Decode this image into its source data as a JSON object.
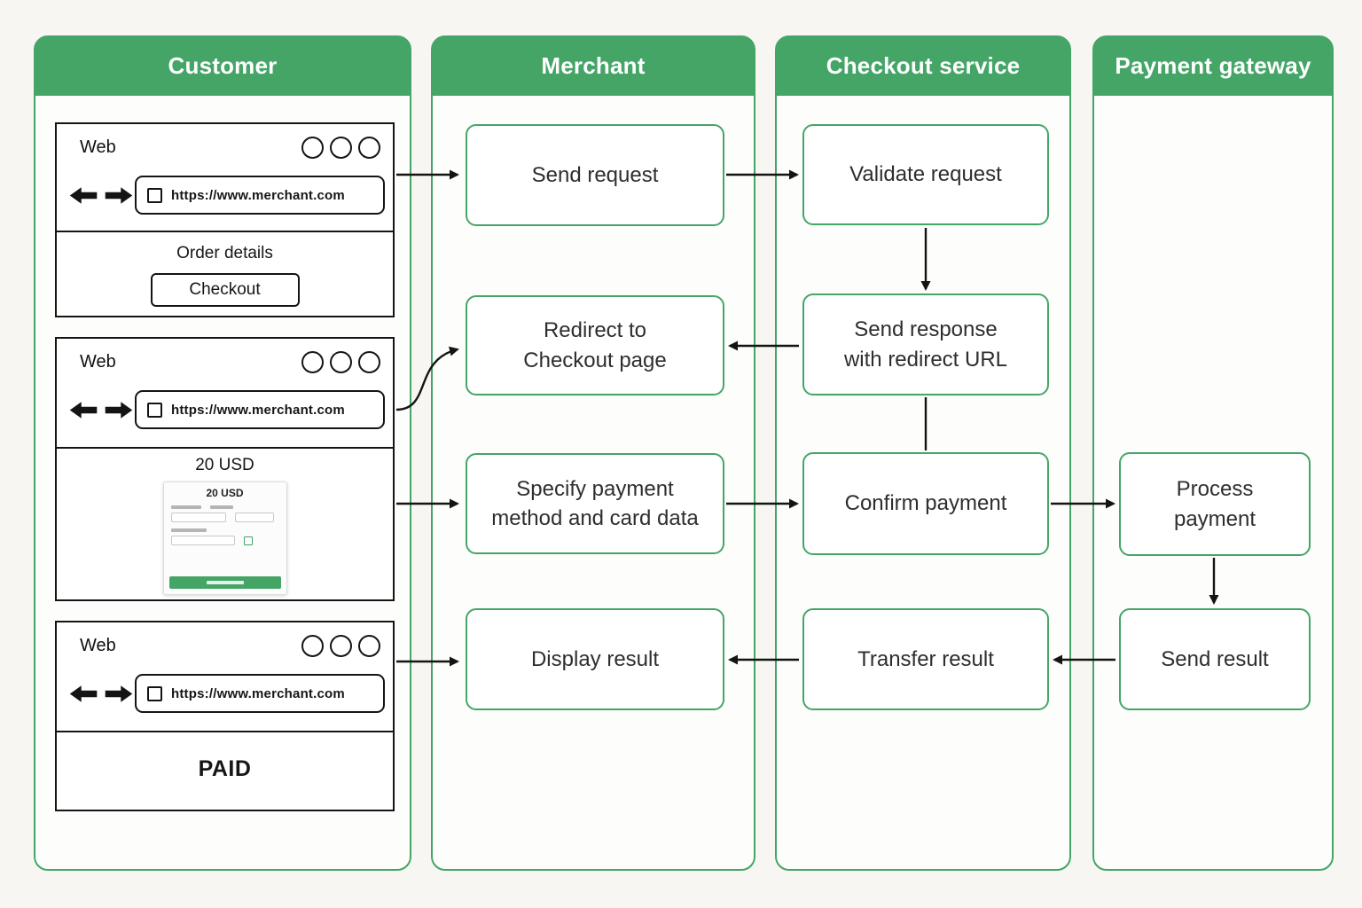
{
  "lanes": {
    "customer": "Customer",
    "merchant": "Merchant",
    "checkout": "Checkout service",
    "gateway": "Payment gateway"
  },
  "browser": {
    "window_label": "Web",
    "url": "https://www.merchant.com"
  },
  "browser1": {
    "order_title": "Order details",
    "checkout_button": "Checkout"
  },
  "browser2": {
    "amount": "20 USD",
    "card_form_amount": "20 USD"
  },
  "browser3": {
    "status": "PAID"
  },
  "steps": {
    "merchant": [
      "Send request",
      "Redirect to Checkout page",
      "Specify payment method and card data",
      "Display result"
    ],
    "checkout": [
      "Validate request",
      "Send response with redirect URL",
      "Confirm payment",
      "Transfer result"
    ],
    "gateway": [
      "Process payment",
      "Send result"
    ]
  },
  "colors": {
    "green": "#45a567",
    "ink": "#161616",
    "background": "#f7f6f3",
    "arrow": "#141414"
  }
}
